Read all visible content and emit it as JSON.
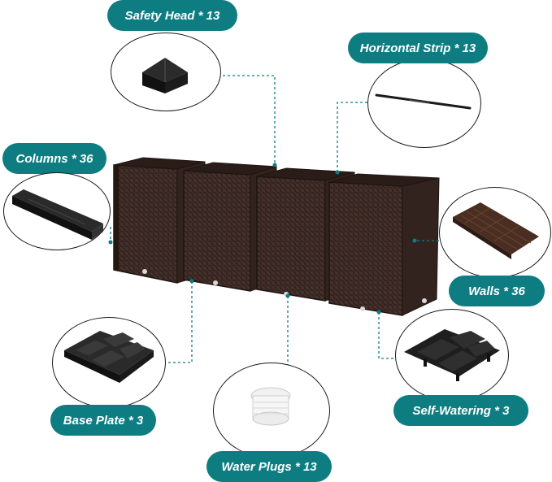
{
  "callouts": {
    "safety_head": "Safety Head * 13",
    "horizontal_strip": "Horizontal Strip * 13",
    "columns": "Columns * 36",
    "walls": "Walls * 36",
    "base_plate": "Base Plate * 3",
    "self_watering": "Self-Watering * 3",
    "water_plugs": "Water Plugs * 13"
  },
  "colors": {
    "accent": "#0e7d82",
    "planter_brown": "#3b2a25",
    "part_black": "#1b1b1b"
  }
}
